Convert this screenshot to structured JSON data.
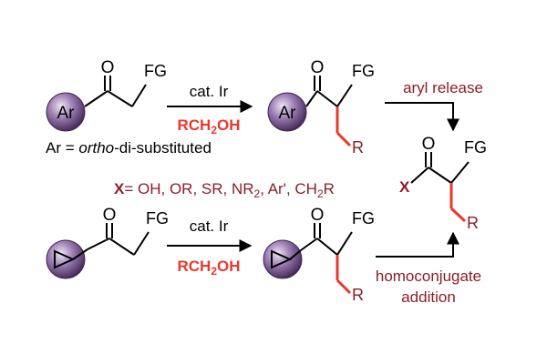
{
  "labels": {
    "fg": "FG",
    "ar": "Ar",
    "x_atom": "X",
    "r_group": "R",
    "ring_oxygen": "O",
    "cat_ir_top": "cat. Ir",
    "reagent_top": "RCH",
    "reagent_top_sub": "2",
    "reagent_top_tail": "OH",
    "cat_ir_bottom": "cat. Ir",
    "reagent_bottom": "RCH",
    "reagent_bottom_sub": "2",
    "reagent_bottom_tail": "OH",
    "ar_definition_prefix": "Ar = ",
    "ar_definition_italic": "ortho",
    "ar_definition_suffix": "-di-substituted",
    "aryl_release": "aryl release",
    "homoconjugate_line1": "homoconjugate",
    "homoconjugate_line2": "addition",
    "x_definition_label": "X",
    "x_definition_part1": "= OH, OR, SR, NR",
    "x_definition_sub1": "2",
    "x_definition_part2": ", Ar', CH",
    "x_definition_sub2": "2",
    "x_definition_part3": "R"
  },
  "colors": {
    "bond": "#000000",
    "red_accent": "#e8392c",
    "dark_red_text": "#8b1e2a",
    "sphere_light": "#d9cde4",
    "sphere_mid": "#8a6aa0",
    "sphere_dark": "#3e2452"
  }
}
